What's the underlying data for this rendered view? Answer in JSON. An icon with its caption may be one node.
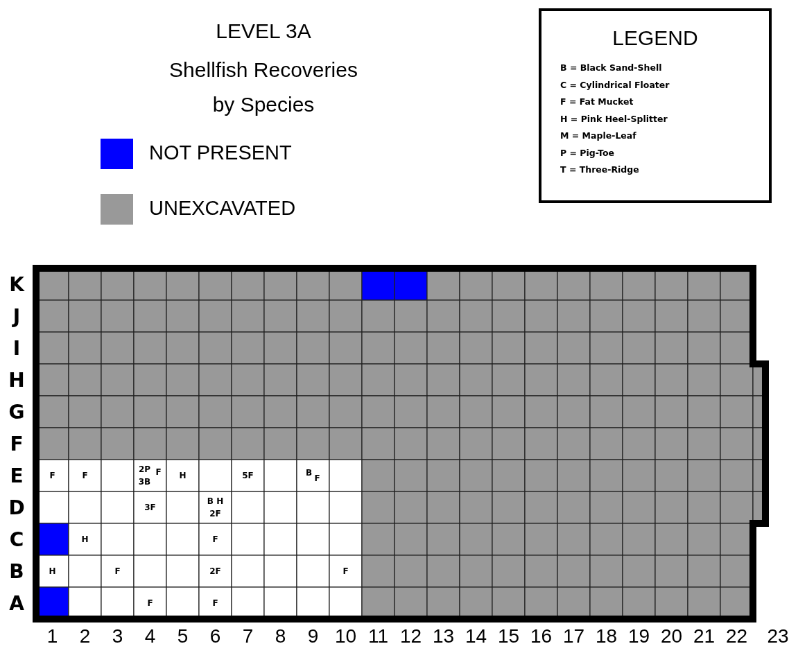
{
  "diagram": {
    "title": "Shellfish Recoveries by Species",
    "labels": [
      "LEVEL 3A",
      "LEGEND",
      "K",
      "J",
      "I",
      "H",
      "G",
      "F",
      "E",
      "F",
      "F",
      "2P",
      "F",
      "3B",
      "H",
      "5F",
      "B",
      "F",
      "D",
      "3F",
      "B H",
      "2F",
      "C",
      "H",
      "F",
      "B",
      "H",
      "F",
      "2F",
      "F",
      "A",
      "F",
      "F",
      "1",
      "2",
      "3",
      "4",
      "5",
      "6",
      "7",
      "8",
      "9",
      "10",
      "11",
      "12",
      "13",
      "14",
      "15",
      "16",
      "17",
      "18",
      "19",
      "20",
      "21",
      "22",
      "23"
    ],
    "legend": [
      {
        "text": "NOT PRESENT",
        "color": "#0000ff"
      },
      {
        "text": "UNEXCAVATED",
        "color": "#999999"
      },
      {
        "text": "B = Black Sand-Shell"
      },
      {
        "text": "C = Cylindrical Floater"
      },
      {
        "text": "F = Fat Mucket"
      },
      {
        "text": "H = Pink Heel-Splitter"
      },
      {
        "text": "M = Maple-Leaf"
      },
      {
        "text": "P = Pig-Toe"
      },
      {
        "text": "T = Three-Ridge"
      }
    ]
  }
}
